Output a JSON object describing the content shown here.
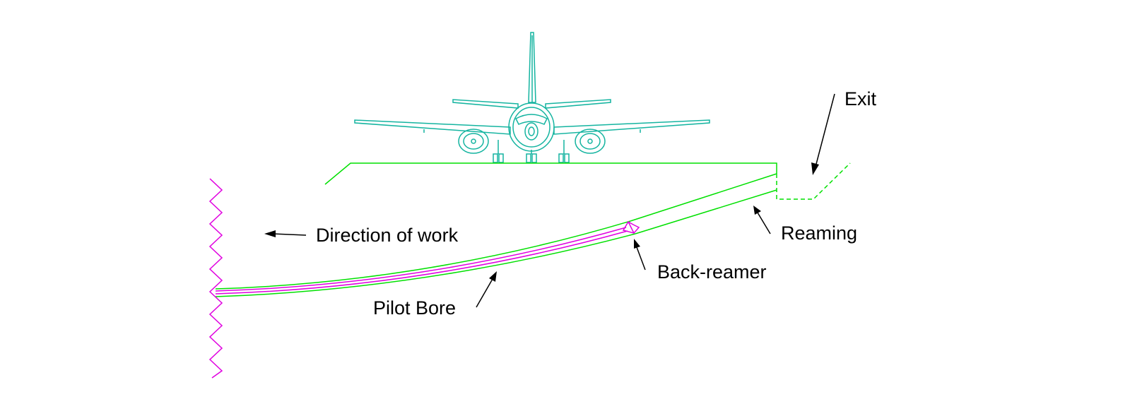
{
  "labels": {
    "exit": "Exit",
    "direction": "Direction of work",
    "reaming": "Reaming",
    "back_reamer": "Back-reamer",
    "pilot_bore": "Pilot Bore"
  },
  "colors": {
    "ground_and_bore": "#00e000",
    "aircraft": "#14b4a0",
    "pilot_string_and_face": "#e000e0",
    "arrows_and_text": "#000000"
  },
  "icons": {
    "aircraft": "airplane-front-view",
    "face": "zigzag-launch-face"
  }
}
